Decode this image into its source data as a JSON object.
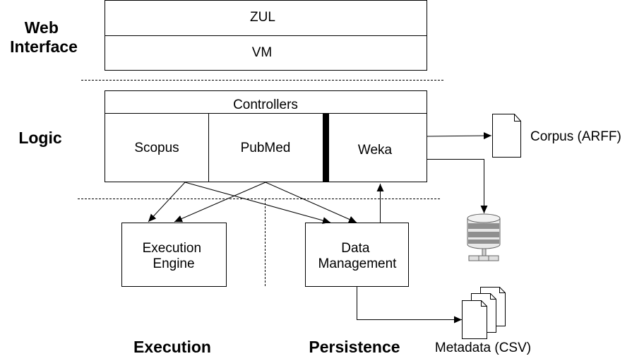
{
  "layers": {
    "web_interface": "Web\nInterface",
    "logic": "Logic",
    "execution": "Execution",
    "persistence": "Persistence"
  },
  "web": {
    "zul": "ZUL",
    "vm": "VM"
  },
  "logic_box": {
    "controllers": "Controllers",
    "scopus": "Scopus",
    "pubmed": "PubMed",
    "weka": "Weka"
  },
  "components": {
    "execution_engine": "Execution\nEngine",
    "data_management": "Data\nManagement"
  },
  "outputs": {
    "corpus": "Corpus (ARFF)",
    "metadata": "Metadata (CSV)"
  },
  "icons": [
    "document-icon",
    "database-icon",
    "document-stack-icon"
  ]
}
